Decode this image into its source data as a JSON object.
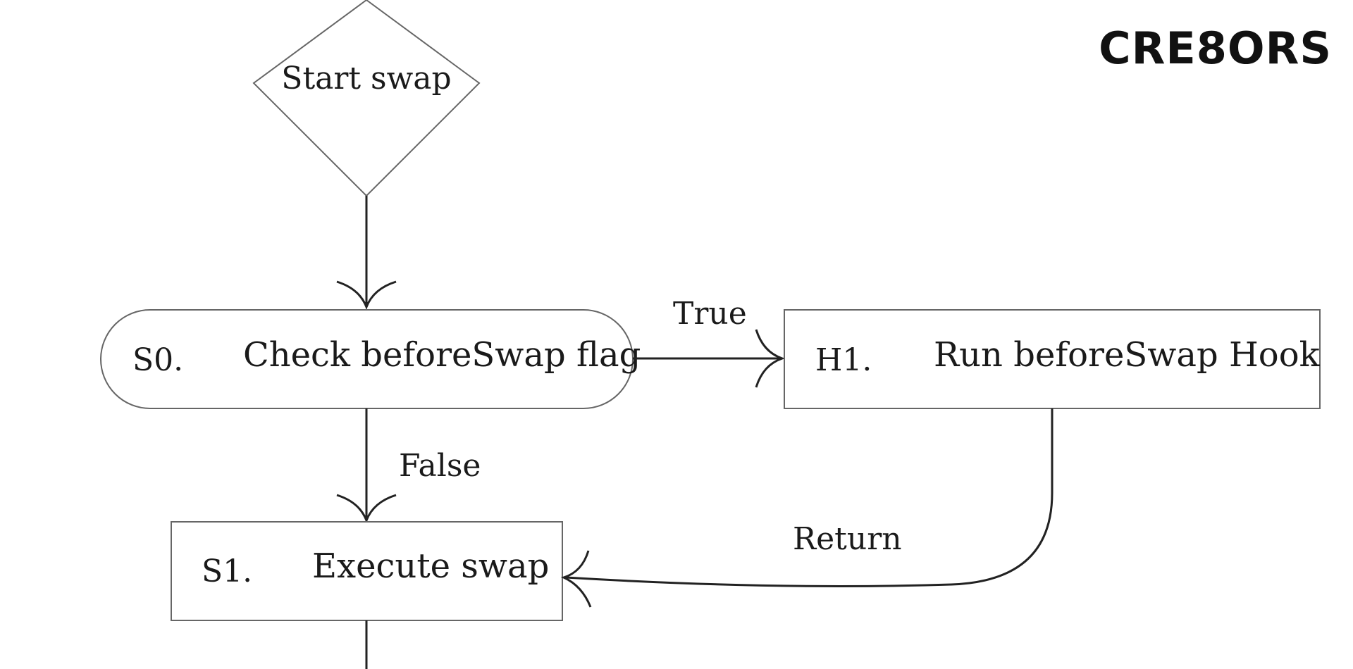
{
  "logo": {
    "text": "CRE8ORS"
  },
  "colors": {
    "stroke": "#555555",
    "arrow": "#222222",
    "text": "#1a1a1a",
    "background": "#ffffff"
  },
  "nodes": {
    "start": {
      "label": "Start swap"
    },
    "s0": {
      "id": "S0.",
      "label": "Check beforeSwap flag"
    },
    "h1": {
      "id": "H1.",
      "label": "Run beforeSwap Hook"
    },
    "s1": {
      "id": "S1.",
      "label": "Execute swap"
    }
  },
  "edges": {
    "true_label": "True",
    "false_label": "False",
    "return_label": "Return"
  }
}
